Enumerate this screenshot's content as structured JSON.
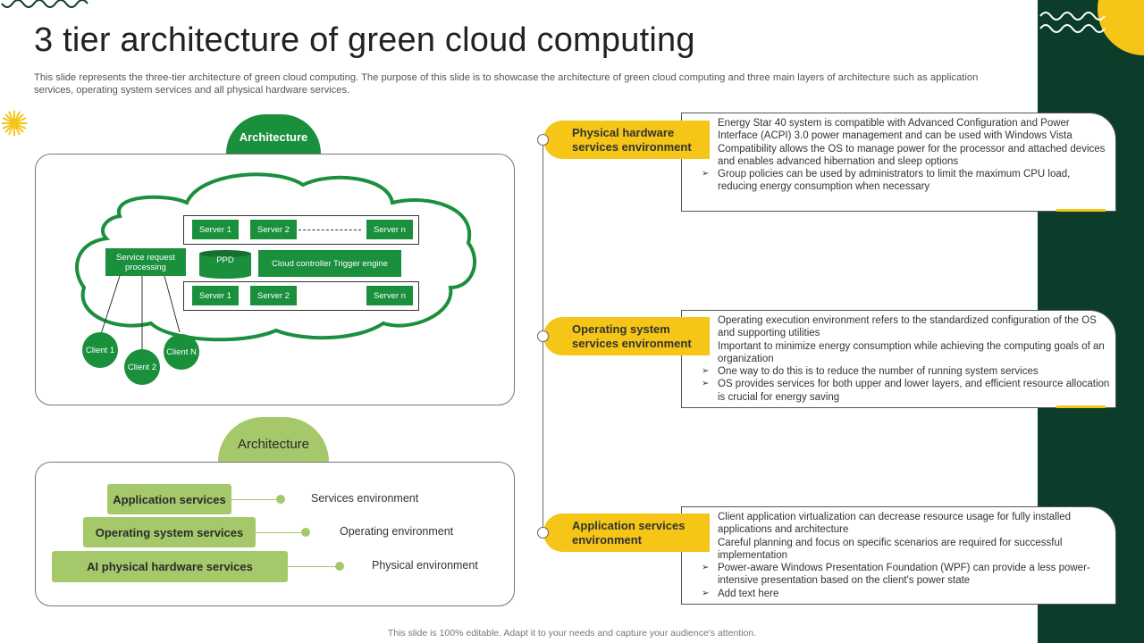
{
  "title": "3 tier architecture of green cloud computing",
  "subtitle": "This slide represents the three-tier architecture of green cloud computing. The purpose of this slide is to showcase the architecture of green cloud computing and three main layers of architecture such as application services, operating system services and all physical hardware services.",
  "footer": "This slide is 100% editable. Adapt it to your needs and capture your audience's attention.",
  "colors": {
    "green": "#1a8f3c",
    "light_green": "#a5c96a",
    "yellow": "#f5c518",
    "dark_band": "#0b3d2a"
  },
  "diagram": {
    "tab_label": "Architecture",
    "server_row1": [
      "Server 1",
      "Server 2",
      "Server n"
    ],
    "server_row2": [
      "Server 1",
      "Server 2",
      "Server n"
    ],
    "service_request": "Service request processing",
    "ppd": "PPD",
    "cloud_controller": "Cloud controller Trigger engine",
    "clients": [
      "Client 1",
      "Client 2",
      "Client N"
    ]
  },
  "layers": {
    "tab_label": "Architecture",
    "items": [
      {
        "label": "Application services",
        "env": "Services environment"
      },
      {
        "label": "Operating system services",
        "env": "Operating environment"
      },
      {
        "label": "AI physical hardware services",
        "env": "Physical environment"
      }
    ]
  },
  "environments": [
    {
      "label": "Physical hardware services environment",
      "bullets": [
        "Energy Star 40 system is compatible with Advanced Configuration and Power Interface (ACPI) 3.0 power management and can be used with Windows Vista",
        "Compatibility allows the OS to manage power for the processor and attached devices and enables advanced hibernation and sleep options",
        "Group policies can be used by administrators to limit the maximum CPU load, reducing energy consumption when necessary"
      ]
    },
    {
      "label": "Operating system services environment",
      "bullets": [
        "Operating execution environment refers to the standardized configuration of the OS and supporting utilities",
        "Important to minimize energy consumption while achieving the computing goals of an organization",
        "One way to do this is to reduce the number of running system services",
        "OS provides services for both upper and lower layers, and efficient resource allocation is crucial for energy saving"
      ]
    },
    {
      "label": "Application services environment",
      "bullets": [
        "Client application virtualization can decrease resource usage for fully installed applications and architecture",
        "Careful planning and focus on specific scenarios are required for successful implementation",
        "Power-aware Windows Presentation Foundation (WPF) can provide a less power-intensive presentation based on the client's power state",
        "Add text here"
      ]
    }
  ]
}
